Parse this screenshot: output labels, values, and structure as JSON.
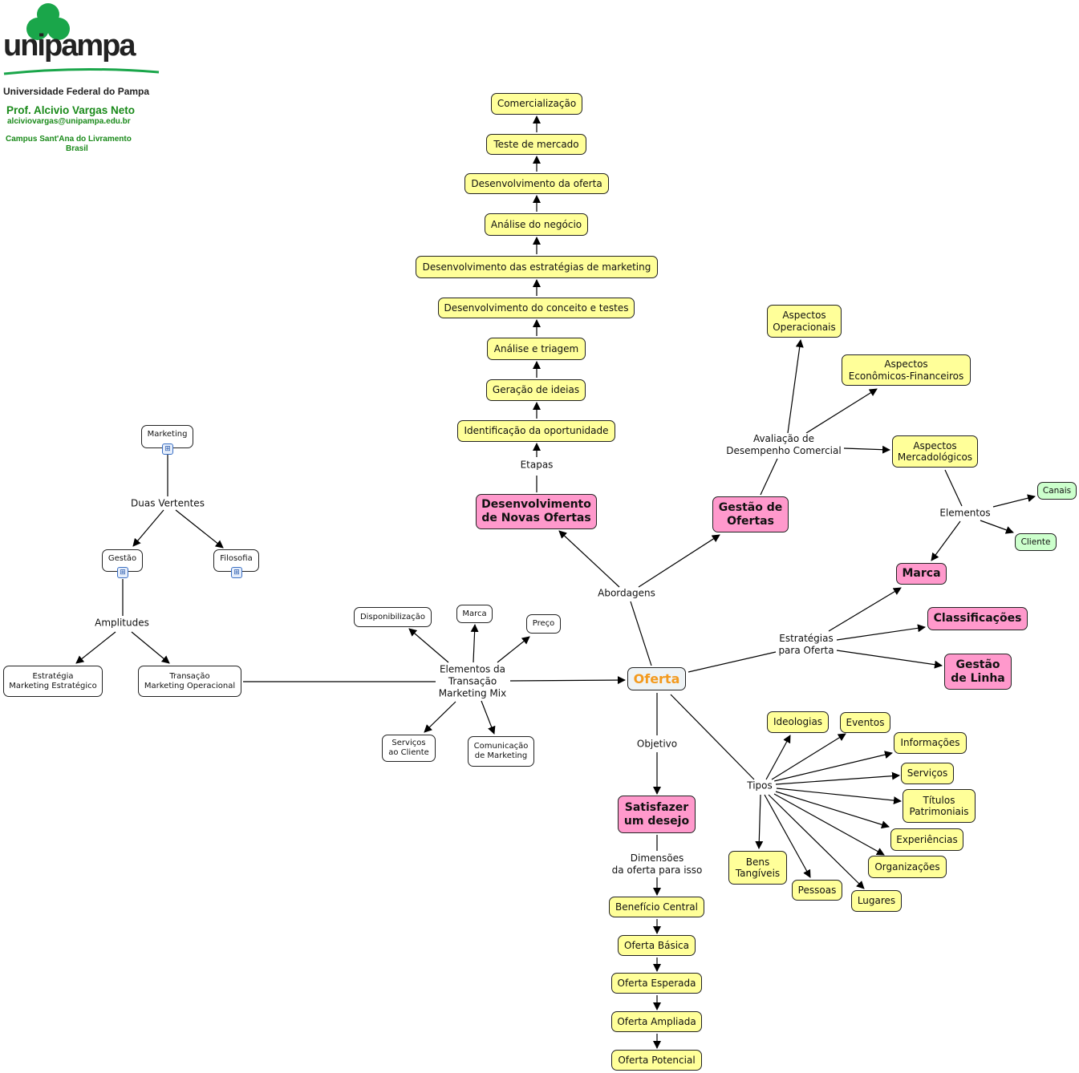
{
  "header": {
    "logo_text": "unipampa",
    "university": "Universidade Federal do Pampa",
    "professor": "Prof. Alcivio Vargas Neto",
    "email": "alciviovargas@unipampa.edu.br",
    "campus": "Campus Sant'Ana do Livramento",
    "country": "Brasil"
  },
  "colors": {
    "yellow": "#ffff99",
    "pink": "#ff99cc",
    "green": "#ccffcc",
    "center_text": "#f39a1e",
    "logo_green": "#1aa64a"
  },
  "center": "Oferta",
  "development": {
    "node": "Desenvolvimento\nde Novas Ofertas",
    "link": "Etapas",
    "steps": [
      "Comercialização",
      "Teste de mercado",
      "Desenvolvimento da oferta",
      "Análise do negócio",
      "Desenvolvimento das estratégias de marketing",
      "Desenvolvimento do conceito e testes",
      "Análise e triagem",
      "Geração de ideias",
      "Identificação da oportunidade"
    ]
  },
  "approaches_link": "Abordagens",
  "management": {
    "node": "Gestão de\nOfertas",
    "link": "Avaliação de\nDesempenho Comercial",
    "aspects": [
      "Aspectos\nOperacionais",
      "Aspectos\nEconômicos-Financeiros",
      "Aspectos\nMercadológicos"
    ],
    "elements_link": "Elementos",
    "elements": [
      "Canais",
      "Cliente"
    ]
  },
  "strategies": {
    "link": "Estratégias\npara Oferta",
    "items": [
      "Marca",
      "Classificações",
      "Gestão\nde Linha"
    ]
  },
  "objective": {
    "link": "Objetivo",
    "node": "Satisfazer\num desejo",
    "dimensions_link": "Dimensões\nda oferta para isso",
    "levels": [
      "Benefício Central",
      "Oferta Básica",
      "Oferta Esperada",
      "Oferta Ampliada",
      "Oferta Potencial"
    ]
  },
  "types": {
    "link": "Tipos",
    "items": [
      "Ideologias",
      "Eventos",
      "Informações",
      "Serviços",
      "Títulos\nPatrimoniais",
      "Experiências",
      "Organizações",
      "Lugares",
      "Pessoas",
      "Bens\nTangíveis"
    ]
  },
  "marketing": {
    "root": "Marketing",
    "link": "Duas Vertentes",
    "branches": [
      "Gestão",
      "Filosofia"
    ],
    "amplitudes_link": "Amplitudes",
    "amplitudes": [
      "Estratégia\nMarketing Estratégico",
      "Transação\nMarketing Operacional"
    ],
    "mix_link": "Elementos da\nTransação\nMarketing Mix",
    "mix": [
      "Disponibilização",
      "Marca",
      "Preço",
      "Serviços\nao Cliente",
      "Comunicação\nde Marketing"
    ]
  }
}
